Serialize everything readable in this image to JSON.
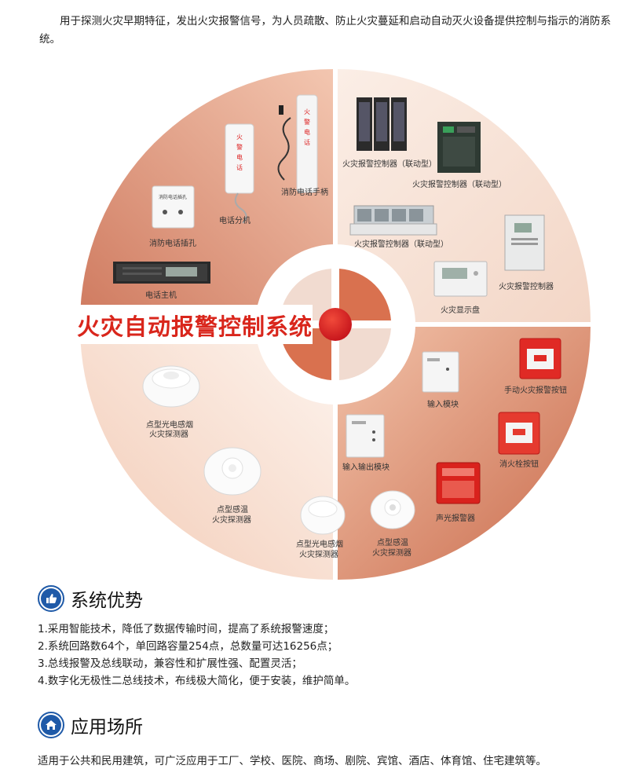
{
  "intro": "用于探测火灾早期特征，发出火灾报警信号，为人员疏散、防止火灾蔓延和启动自动灭火设备提供控制与指示的消防系统。",
  "diagram": {
    "center_title": "火灾自动报警控制系统",
    "colors": {
      "accent_red": "#d81e1e",
      "segment_dark": "#cf6a4e",
      "segment_light": "#f6dccd",
      "title_red": "#d9261c"
    },
    "products": {
      "tl": [
        "消防电话手柄",
        "电话分机",
        "消防电话插孔",
        "电话主机"
      ],
      "tr": [
        "火灾报警控制器（联动型）",
        "火灾报警控制器（联动型）",
        "火灾报警控制器（联动型）",
        "火灾报警控制器",
        "火灾显示盘"
      ],
      "bl": [
        "点型光电感烟",
        "火灾探测器",
        "点型感温",
        "火灾探测器"
      ],
      "br": [
        "输入模块",
        "手动火灾报警按钮",
        "输入输出模块",
        "消火栓按钮",
        "声光报警器",
        "点型光电感烟",
        "火灾探测器",
        "点型感温",
        "火灾探测器"
      ]
    },
    "device_text": {
      "phone_text": "火警电话",
      "jack_title": "消防电话插孔"
    }
  },
  "advantages": {
    "title": "系统优势",
    "icon": "thumbs-up-icon",
    "items": [
      "1.采用智能技术，降低了数据传输时间，提高了系统报警速度；",
      "2.系统回路数64个，单回路容量254点，总数量可达16256点；",
      "3.总线报警及总线联动，兼容性和扩展性强、配置灵活；",
      "4.数字化无极性二总线技术，布线极大简化，便于安装，维护简单。"
    ]
  },
  "application": {
    "title": "应用场所",
    "icon": "home-icon",
    "text": "适用于公共和民用建筑，可广泛应用于工厂、学校、医院、商场、剧院、宾馆、酒店、体育馆、住宅建筑等。"
  }
}
